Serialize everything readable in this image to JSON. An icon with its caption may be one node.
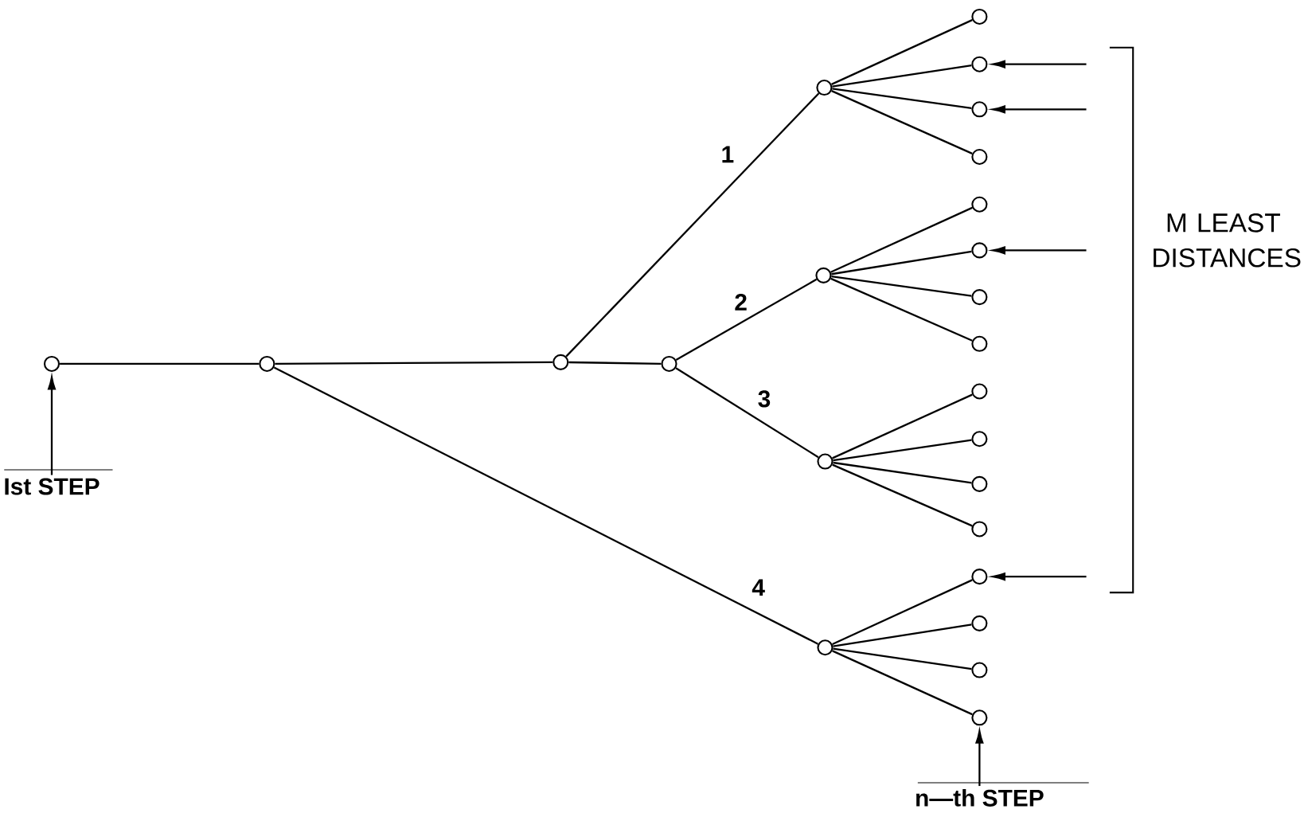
{
  "diagram": {
    "nodes": [
      {
        "text": [],
        "shape": "circle"
      },
      {
        "text": [],
        "shape": "circle"
      },
      {
        "text": [],
        "shape": "circle"
      },
      {
        "text": [],
        "shape": "circle"
      },
      {
        "text": [],
        "shape": "circle"
      },
      {
        "text": [],
        "shape": "circle"
      },
      {
        "text": [],
        "shape": "circle"
      },
      {
        "text": [],
        "shape": "circle"
      },
      {
        "text": [],
        "shape": "circle"
      },
      {
        "text": [],
        "shape": "circle"
      },
      {
        "text": [],
        "shape": "circle"
      },
      {
        "text": [],
        "shape": "circle"
      },
      {
        "text": [],
        "shape": "circle"
      },
      {
        "text": [],
        "shape": "circle"
      },
      {
        "text": [],
        "shape": "circle"
      },
      {
        "text": [],
        "shape": "circle"
      },
      {
        "text": [],
        "shape": "circle"
      },
      {
        "text": [],
        "shape": "circle"
      },
      {
        "text": [],
        "shape": "circle"
      },
      {
        "text": [],
        "shape": "circle"
      },
      {
        "text": [],
        "shape": "circle"
      },
      {
        "text": [],
        "shape": "circle"
      },
      {
        "text": [],
        "shape": "circle"
      },
      {
        "text": [],
        "shape": "circle"
      },
      {
        "text": [
          "Ist STEP"
        ]
      },
      {
        "text": [
          "n—th STEP"
        ]
      }
    ],
    "edges": [
      {
        "from": 0,
        "to": 1,
        "arrow": "none"
      },
      {
        "from": 1,
        "to": 2,
        "arrow": "none"
      },
      {
        "from": 2,
        "to": 4,
        "arrow": "none",
        "label": "1"
      },
      {
        "from": 2,
        "to": 3,
        "arrow": "none"
      },
      {
        "from": 3,
        "to": 5,
        "arrow": "none",
        "label": "2"
      },
      {
        "from": 3,
        "to": 6,
        "arrow": "none",
        "label": "3"
      },
      {
        "from": 1,
        "to": 7,
        "arrow": "none",
        "label": "4"
      },
      {
        "from": 4,
        "to": 8,
        "arrow": "none"
      },
      {
        "from": 4,
        "to": 9,
        "arrow": "none"
      },
      {
        "from": 4,
        "to": 10,
        "arrow": "none"
      },
      {
        "from": 4,
        "to": 11,
        "arrow": "none"
      },
      {
        "from": 5,
        "to": 12,
        "arrow": "none"
      },
      {
        "from": 5,
        "to": 13,
        "arrow": "none"
      },
      {
        "from": 5,
        "to": 14,
        "arrow": "none"
      },
      {
        "from": 5,
        "to": 15,
        "arrow": "none"
      },
      {
        "from": 6,
        "to": 16,
        "arrow": "none"
      },
      {
        "from": 6,
        "to": 17,
        "arrow": "none"
      },
      {
        "from": 6,
        "to": 18,
        "arrow": "none"
      },
      {
        "from": 6,
        "to": 19,
        "arrow": "none"
      },
      {
        "from": 7,
        "to": 20,
        "arrow": "none"
      },
      {
        "from": 7,
        "to": 21,
        "arrow": "none"
      },
      {
        "from": 7,
        "to": 22,
        "arrow": "none"
      },
      {
        "from": 7,
        "to": 23,
        "arrow": "none"
      },
      {
        "from": 24,
        "to": 0,
        "arrow": "to"
      },
      {
        "from": 25,
        "to": 23,
        "arrow": "to"
      },
      {
        "from": null,
        "to": 9,
        "arrow": "to"
      },
      {
        "from": null,
        "to": 10,
        "arrow": "to"
      },
      {
        "from": null,
        "to": 13,
        "arrow": "to"
      },
      {
        "from": null,
        "to": 20,
        "arrow": "to"
      }
    ],
    "labels": [
      "M LEAST DISTANCES"
    ]
  }
}
